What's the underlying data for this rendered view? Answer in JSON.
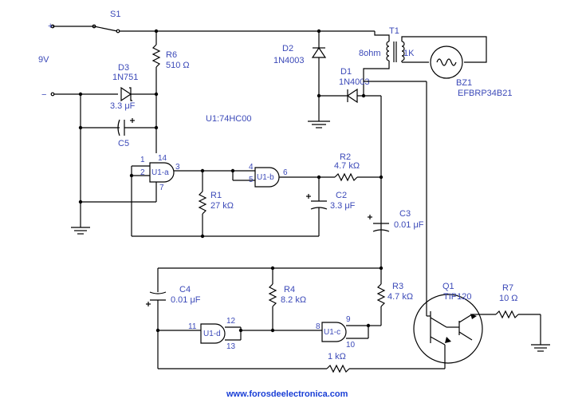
{
  "supply": {
    "plus": "+",
    "minus": "−",
    "voltage": "9V"
  },
  "labels": {
    "S1": "S1",
    "R6": "R6",
    "R6v": "510 Ω",
    "D3": "D3",
    "D3v": "1N751",
    "C5": "C5",
    "C5v": "3.3 μF",
    "D2": "D2",
    "D2v": "1N4003",
    "D1": "D1",
    "D1v": "1N4003",
    "T1": "T1",
    "T1a": "8ohm",
    "T1b": "1K",
    "BZ1": "BZ1",
    "BZ1v": "EFBRP34B21",
    "U1": "U1:74HC00",
    "R2": "R2",
    "R2v": "4.7 kΩ",
    "R1": "R1",
    "R1v": "27 kΩ",
    "C2": "C2",
    "C2v": "3.3 μF",
    "C3": "C3",
    "C3v": "0.01 μF",
    "C4": "C4",
    "C4v": "0.01 μF",
    "R4": "R4",
    "R4v": "8.2 kΩ",
    "R3": "R3",
    "R3v": "4.7 kΩ",
    "Q1": "Q1",
    "Q1v": "TIP120",
    "R7": "R7",
    "R7v": "10 Ω",
    "Rb": "1 kΩ"
  },
  "gates": {
    "a": "U1-a",
    "b": "U1-b",
    "c": "U1-c",
    "d": "U1-d"
  },
  "pins": {
    "p1": "1",
    "p2": "2",
    "p3": "3",
    "p14": "14",
    "p7": "7",
    "p4": "4",
    "p5": "5",
    "p6": "6",
    "p8": "8",
    "p9": "9",
    "p10": "10",
    "p11": "11",
    "p12": "12",
    "p13": "13"
  },
  "footer": {
    "url": "www.forosdeelectronica.com"
  }
}
